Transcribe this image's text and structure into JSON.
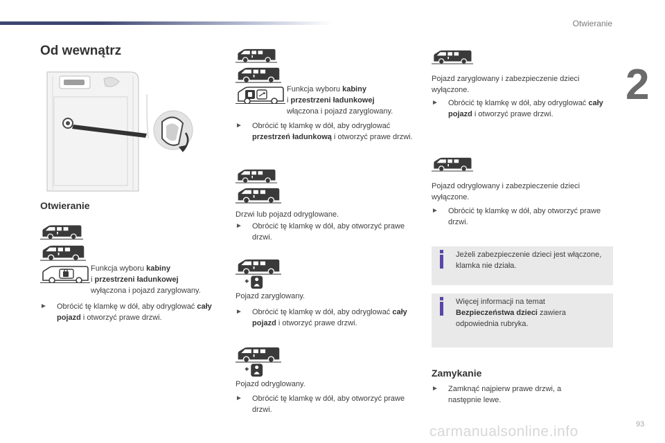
{
  "header": {
    "chapter_title": "Otwieranie",
    "chapter_number": "2",
    "page_number": "93"
  },
  "watermark": "carmanualsonline.info",
  "col1": {
    "title": "Od wewnątrz",
    "subtitle": "Otwieranie",
    "func_pre": "Funkcja wyboru ",
    "func_b1": "kabiny",
    "func_mid": "i ",
    "func_b2": "przestrzeni ładunkowej",
    "func_post": "wyłączona i pojazd zaryglowany.",
    "bullet_pre": "Obrócić tę klamkę w dół, aby odryglować ",
    "bullet_b": "cały pojazd",
    "bullet_post": " i otworzyć prawe drzwi."
  },
  "col2": {
    "func_pre": "Funkcja wyboru ",
    "func_b1": "kabiny",
    "func_mid": "i ",
    "func_b2": "przestrzeni ładunkowej",
    "func_post": "włączona i pojazd zaryglowany.",
    "b1_pre": "Obrócić tę klamkę w dół, aby odryglować ",
    "b1_b": "przestrzeń ładunkową",
    "b1_post": " i otworzyć prawe drzwi.",
    "s2_text": "Drzwi lub pojazd odryglowane.",
    "b2": "Obrócić tę klamkę w dół, aby otworzyć prawe drzwi.",
    "s3_text": "Pojazd zaryglowany.",
    "b3_pre": "Obrócić tę klamkę w dół, aby odryglować ",
    "b3_b": "cały pojazd",
    "b3_post": " i otworzyć prawe drzwi.",
    "s4_text": "Pojazd odryglowany.",
    "b4": "Obrócić tę klamkę w dół, aby otworzyć prawe drzwi."
  },
  "col3": {
    "s1_text": "Pojazd zaryglowany i zabezpieczenie dzieci wyłączone.",
    "b1_pre": "Obrócić tę klamkę w dół, aby odryglować ",
    "b1_b": "cały pojazd",
    "b1_post": " i otworzyć prawe drzwi.",
    "s2_text": "Pojazd odryglowany i zabezpieczenie dzieci wyłączone.",
    "b2": "Obrócić tę klamkę w dół, aby otworzyć prawe drzwi.",
    "info1": "Jeżeli zabezpieczenie dzieci jest włączone, klamka nie działa.",
    "info2_pre": "Więcej informacji na temat ",
    "info2_b": "Bezpieczeństwa dzieci",
    "info2_post": " zawiera odpowiednia rubryka.",
    "closing_title": "Zamykanie",
    "closing_text": "Zamknąć najpierw prawe drzwi, a następnie lewe."
  },
  "colors": {
    "accent": "#5b46a8",
    "header_bar": "#3d4670",
    "van": "#3a3a3a",
    "info_bg": "#e9e9e9"
  },
  "icons": {
    "van": "van-icon",
    "van_panel": "van-dashboard-lock-icon",
    "child_lock": "child-lock-icon",
    "bullet": "triangle-bullet-icon",
    "info": "info-icon"
  }
}
